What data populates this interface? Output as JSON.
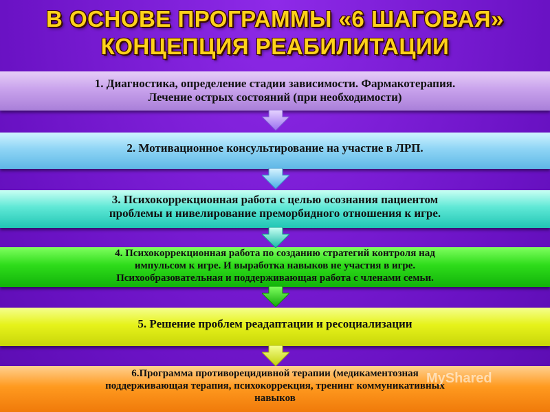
{
  "title": {
    "line1": "В ОСНОВЕ ПРОГРАММЫ «6 ШАГОВАЯ»",
    "line2": "КОНЦЕПЦИЯ РЕАБИЛИТАЦИИ"
  },
  "steps": [
    {
      "lines": [
        "1. Диагностика, определение стадии зависимости. Фармакотерапия.",
        "Лечение острых состояний (при необходимости)"
      ],
      "color": "#c9a3ec"
    },
    {
      "lines": [
        "2. Мотивационное консультирование на участие в ЛРП."
      ],
      "color": "#8fd5f5"
    },
    {
      "lines": [
        "3. Психокоррекционная работа с целью осознания пациентом",
        "проблемы и нивелирование преморбидного отношения  к игре."
      ],
      "color": "#5fe8d6"
    },
    {
      "lines": [
        "4. Психокоррекционная работа по созданию стратегий контроля над",
        "импульсом  к игре. И выработка навыков не участия в игре.",
        "Психообразовательная  и поддерживающая работа с членами семьи."
      ],
      "color": "#2edc1a"
    },
    {
      "lines": [
        "5. Решение проблем реадаптации и ресоциализации"
      ],
      "color": "#e6f21a"
    },
    {
      "lines": [
        "6.Программа противорецидивной терапии (медикаментозная",
        "поддерживающая терапия, психокоррекция, тренинг коммуникативных",
        "навыков"
      ],
      "color": "#ff9a1f"
    }
  ],
  "arrows": [
    {
      "color": "#b48cff"
    },
    {
      "color": "#6fc4f0"
    },
    {
      "color": "#3ed7c2"
    },
    {
      "color": "#1ec90f"
    },
    {
      "color": "#d9ec1a"
    }
  ],
  "watermark": "MyShared"
}
